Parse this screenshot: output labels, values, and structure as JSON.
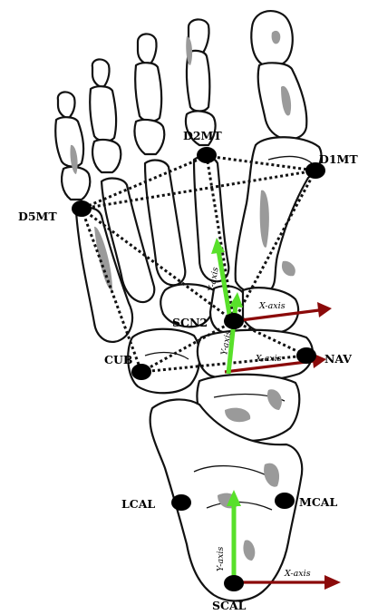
{
  "markers": {
    "D2MT": "D2MT",
    "D1MT": "D1MT",
    "D5MT": "D5MT",
    "SCN2": "SCN2",
    "CUB": "CUB",
    "NAV": "NAV",
    "LCAL": "LCAL",
    "MCAL": "MCAL",
    "SCAL": "SCAL"
  },
  "axes": {
    "y_axis": "Y-axis",
    "x_axis": "X-axis"
  },
  "colors": {
    "x_axis_arrow": "#8b0a0a",
    "y_axis_arrow": "#58e02a",
    "marker": "#000000",
    "bone_shading": "#9a9a9a"
  }
}
